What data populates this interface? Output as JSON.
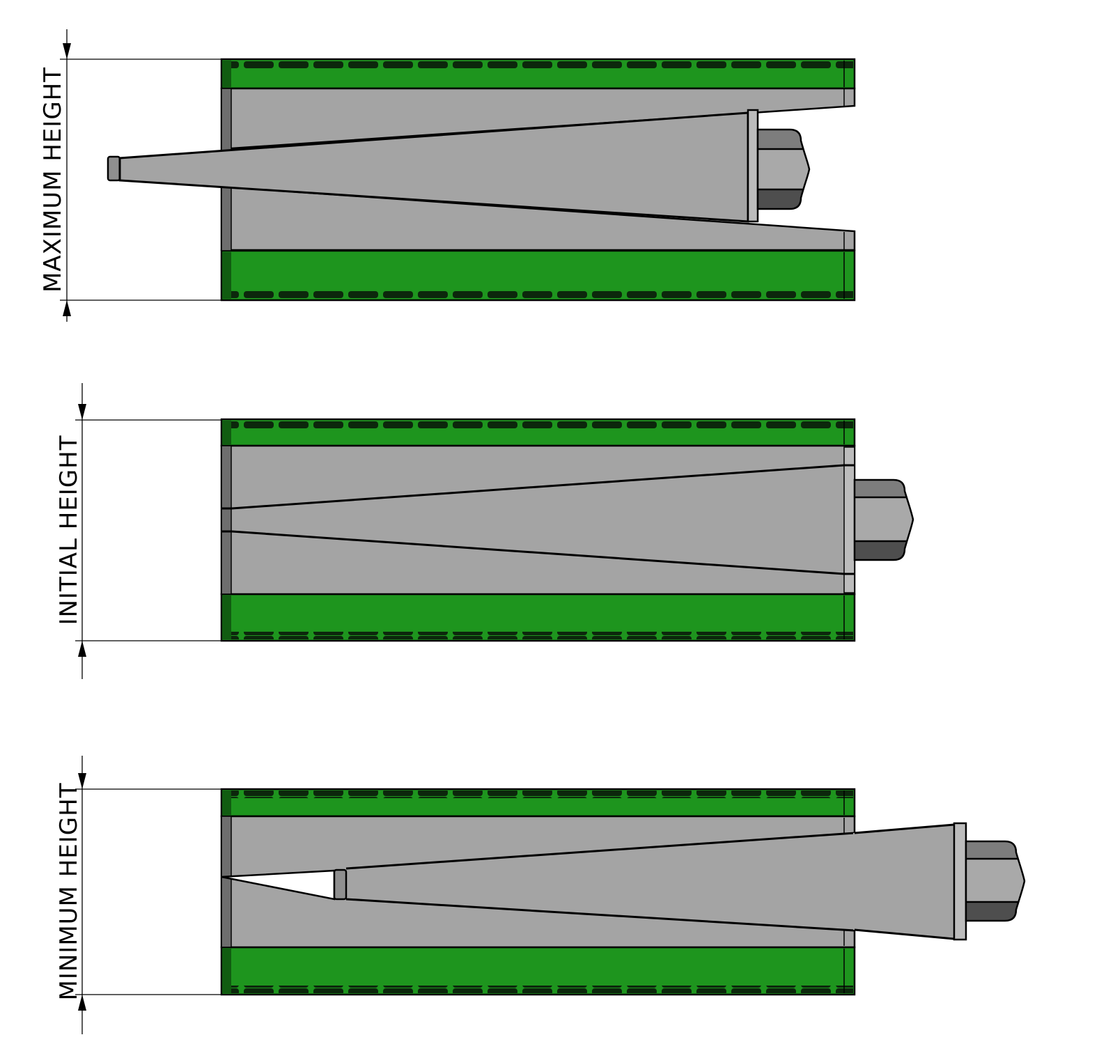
{
  "page": {
    "background": "#ffffff"
  },
  "colors": {
    "page_bg": "#ffffff",
    "plate_green": "#1e951e",
    "plate_green_dark": "#0c270c",
    "plate_green_edge": "#115c11",
    "steel_gray": "#a4a4a4",
    "steel_dark": "#6e6e6e",
    "steel_light": "#bcbcbc",
    "cap_gray": "#8f8f8f",
    "bolt_top": "#7d7d7d",
    "bolt_mid": "#a9a9a9",
    "bolt_bottom": "#4e4e4e",
    "line_black": "#000000"
  },
  "diagrams": [
    {
      "id": "maximum-height",
      "label": "MAXIMUM HEIGHT"
    },
    {
      "id": "initial-height",
      "label": "INITIAL HEIGHT"
    },
    {
      "id": "minimum-height",
      "label": "MINIMUM HEIGHT"
    }
  ]
}
